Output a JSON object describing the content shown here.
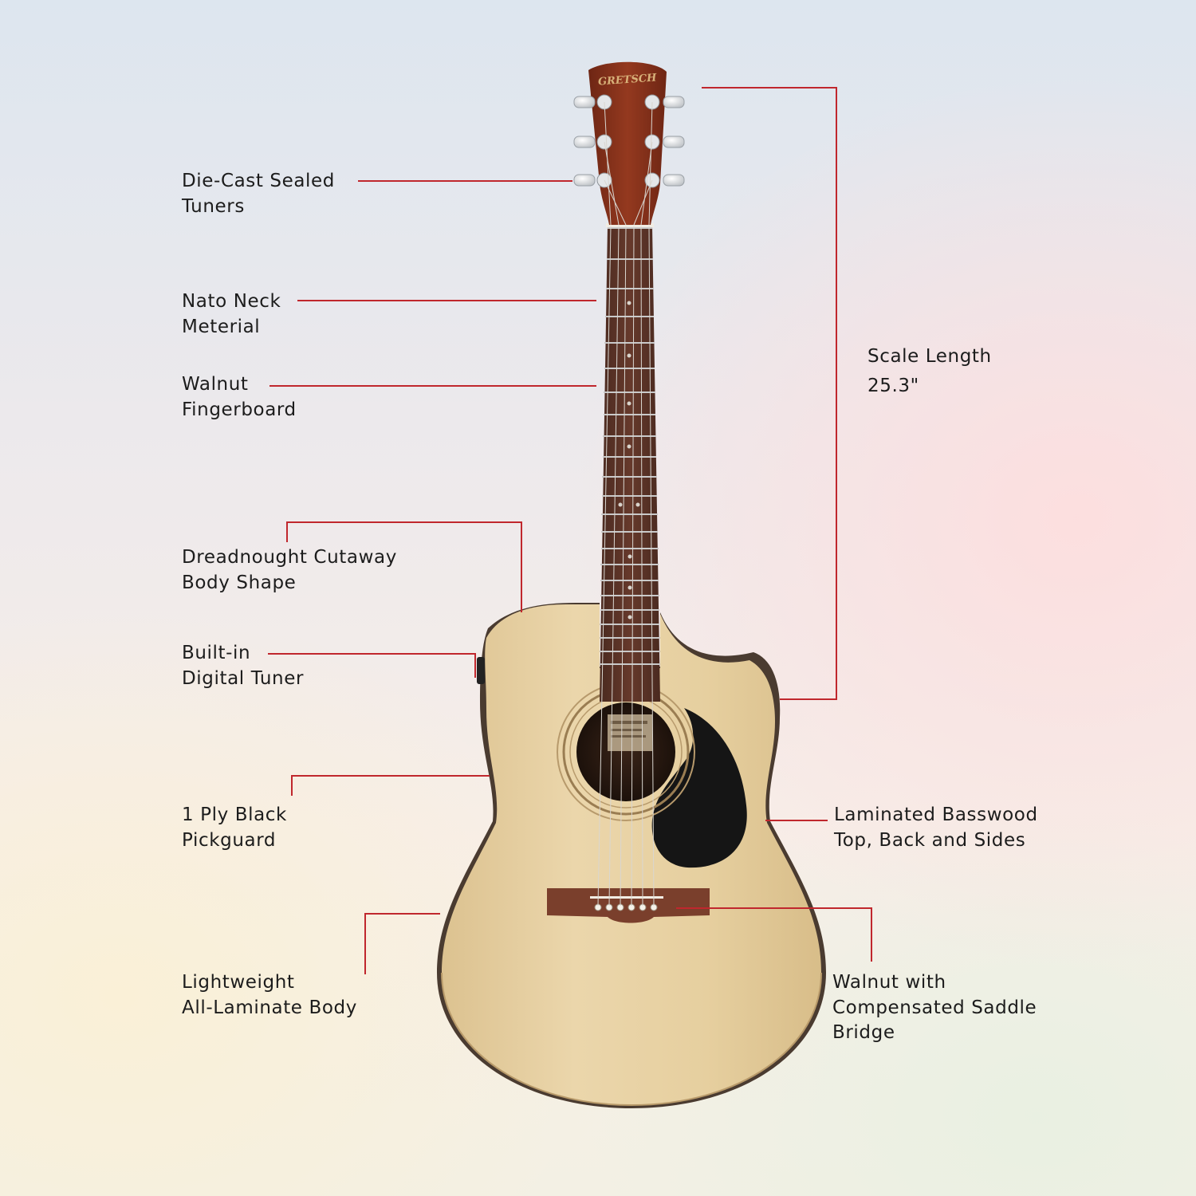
{
  "brand": {
    "logo_text": "GRETSCH"
  },
  "callouts": {
    "tuners": {
      "line1": "Die-Cast Sealed",
      "line2": "Tuners"
    },
    "neck": {
      "line1": "Nato Neck",
      "line2": "Meterial"
    },
    "fingerboard": {
      "line1": "Walnut",
      "line2": "Fingerboard"
    },
    "body_shape": {
      "line1": "Dreadnought Cutaway",
      "line2": "Body Shape"
    },
    "tuner_digital": {
      "line1": "Built-in",
      "line2": "Digital Tuner"
    },
    "pickguard": {
      "line1": "1 Ply Black",
      "line2": "Pickguard"
    },
    "body": {
      "line1": "Lightweight",
      "line2": "All-Laminate Body"
    },
    "scale": {
      "line1": "Scale Length",
      "line2": "25.3\""
    },
    "top": {
      "line1": "Laminated Basswood",
      "line2": "Top, Back and Sides"
    },
    "bridge": {
      "line1": "Walnut with",
      "line2": "Compensated Saddle",
      "line3": "Bridge"
    }
  },
  "colors": {
    "callout_line": "#c0272d",
    "text": "#1c1c1c",
    "top_wood": "#e8d2a6",
    "headstock": "#8a3420",
    "fingerboard": "#5b3427",
    "pickguard": "#151515"
  }
}
